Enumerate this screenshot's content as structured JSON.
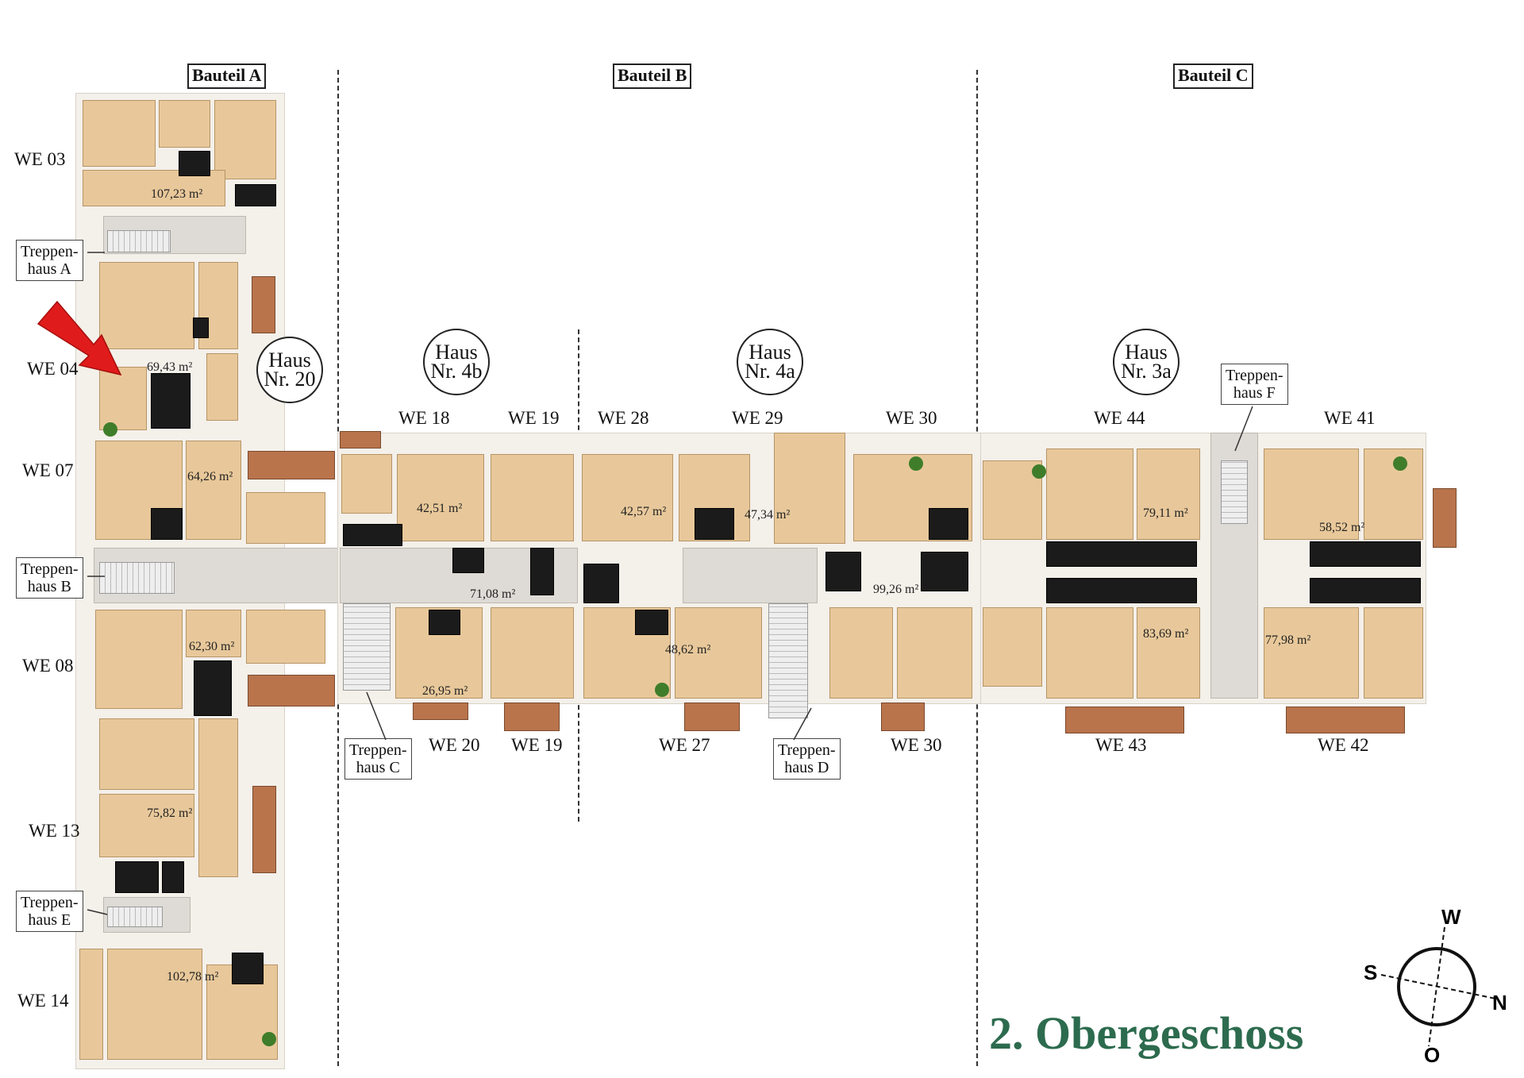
{
  "sections": [
    "Bauteil A",
    "Bauteil B",
    "Bauteil C"
  ],
  "houses": [
    {
      "line1": "Haus",
      "line2": "Nr. 20"
    },
    {
      "line1": "Haus",
      "line2": "Nr. 4b"
    },
    {
      "line1": "Haus",
      "line2": "Nr. 4a"
    },
    {
      "line1": "Haus",
      "line2": "Nr. 3a"
    }
  ],
  "stairwells": [
    {
      "line1": "Treppen-",
      "line2": "haus A"
    },
    {
      "line1": "Treppen-",
      "line2": "haus B"
    },
    {
      "line1": "Treppen-",
      "line2": "haus E"
    },
    {
      "line1": "Treppen-",
      "line2": "haus C"
    },
    {
      "line1": "Treppen-",
      "line2": "haus D"
    },
    {
      "line1": "Treppen-",
      "line2": "haus F"
    }
  ],
  "units": {
    "we03": "WE 03",
    "we04": "WE 04",
    "we07": "WE 07",
    "we08": "WE 08",
    "we13": "WE 13",
    "we14": "WE 14",
    "we18": "WE 18",
    "we19_top": "WE 19",
    "we20": "WE 20",
    "we19_bottom": "WE 19",
    "we28": "WE 28",
    "we29": "WE 29",
    "we30_top": "WE 30",
    "we27": "WE 27",
    "we30_bottom": "WE 30",
    "we44": "WE 44",
    "we41": "WE 41",
    "we43": "WE 43",
    "we42": "WE 42"
  },
  "areas": {
    "we03": "107,23 m²",
    "we04": "69,43 m²",
    "we07": "64,26 m²",
    "we08": "62,30 m²",
    "we13": "75,82 m²",
    "we14": "102,78 m²",
    "we18": "42,51 m²",
    "we19": "71,08 m²",
    "we20": "26,95 m²",
    "we28": "42,57 m²",
    "we29": "47,34 m²",
    "we30": "99,26 m²",
    "we27": "48,62 m²",
    "we44": "79,11 m²",
    "we41": "58,52 m²",
    "we43": "83,69 m²",
    "we42": "77,98 m²"
  },
  "floor_title": "2. Obergeschoss",
  "compass": {
    "top": "W",
    "left": "S",
    "right": "N",
    "bottom": "O"
  },
  "colors": {
    "title": "#2d6b4e",
    "arrow": "#e01b1b",
    "room": "#e8c89a",
    "wet": "#1b1b1b"
  }
}
